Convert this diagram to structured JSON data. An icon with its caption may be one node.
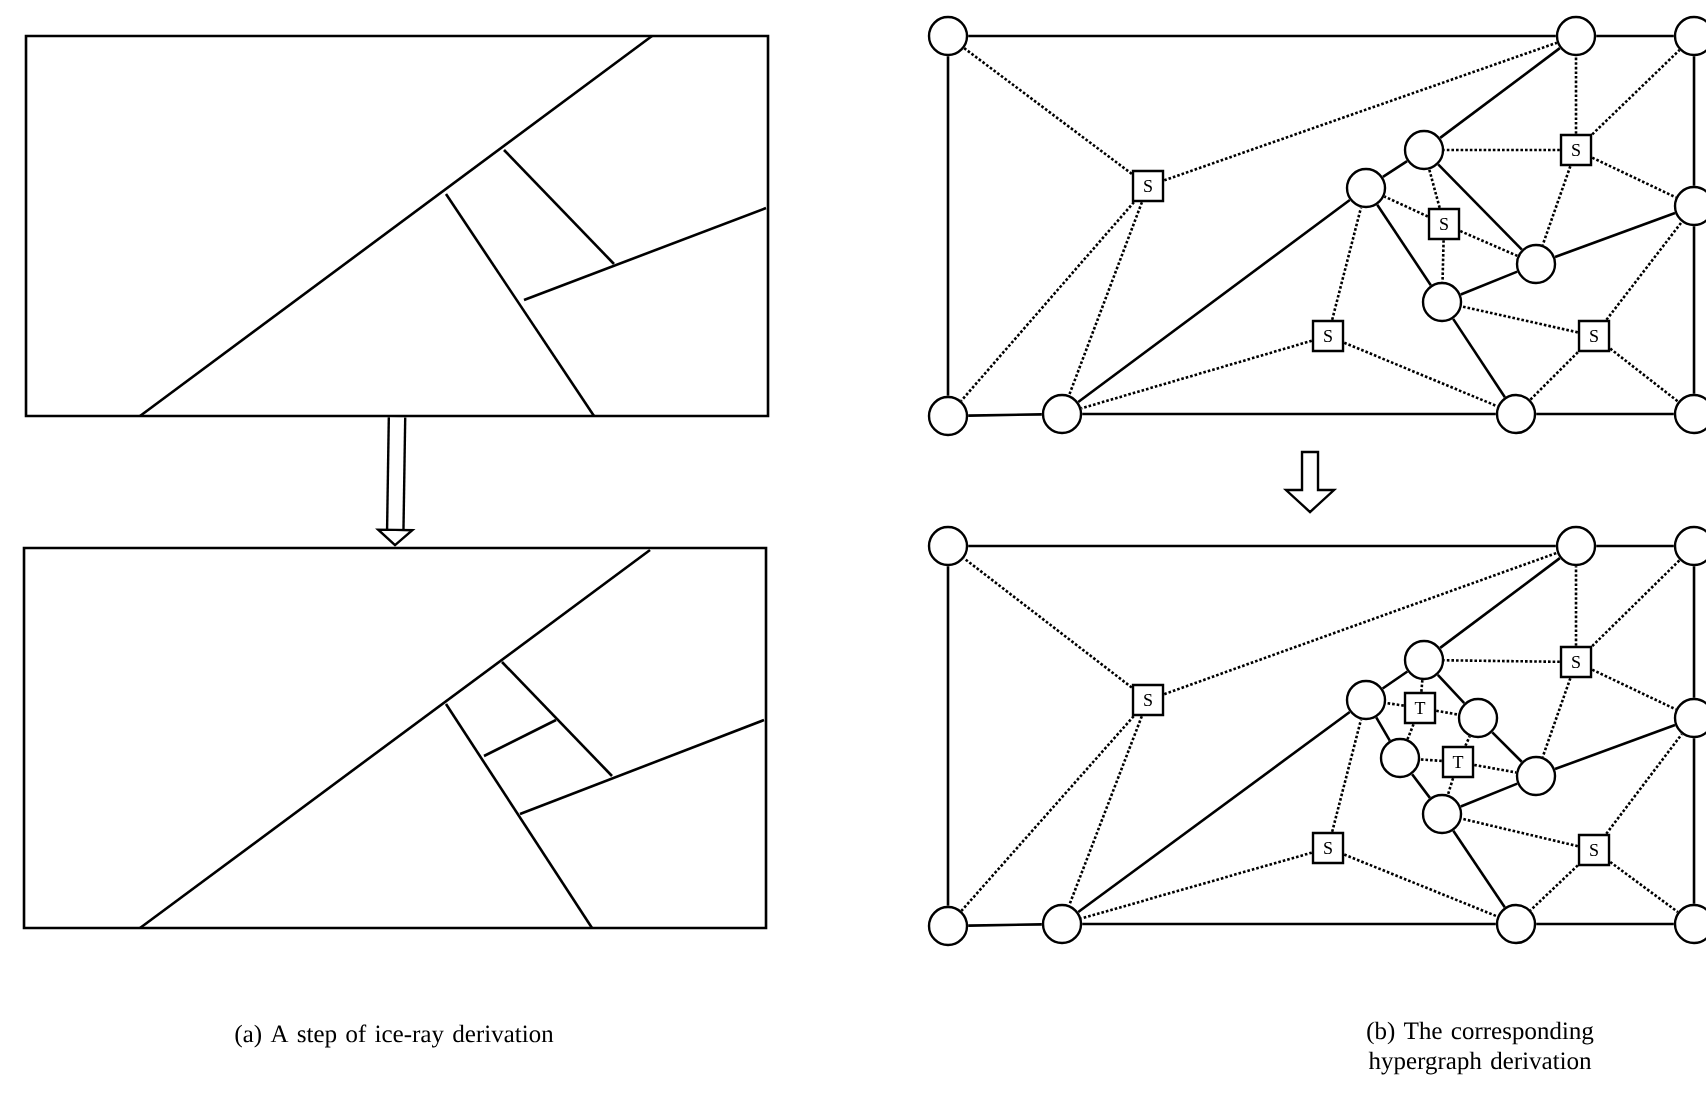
{
  "diagram": {
    "nodes": [
      {
        "text": [],
        "shape": "picture"
      },
      {
        "text": [],
        "shape": "picture"
      },
      {
        "text": [],
        "shape": "circle"
      },
      {
        "text": [],
        "shape": "circle"
      },
      {
        "text": [],
        "shape": "circle"
      },
      {
        "text": [],
        "shape": "circle"
      },
      {
        "text": [],
        "shape": "circle"
      },
      {
        "text": [],
        "shape": "circle"
      },
      {
        "text": [],
        "shape": "circle"
      },
      {
        "text": [],
        "shape": "circle"
      },
      {
        "text": [],
        "shape": "circle"
      },
      {
        "text": [],
        "shape": "circle"
      },
      {
        "text": [],
        "shape": "circle"
      },
      {
        "text": [],
        "shape": "circle"
      },
      {
        "text": [
          "S"
        ]
      },
      {
        "text": [
          "S"
        ]
      },
      {
        "text": [
          "S"
        ]
      },
      {
        "text": [
          "S"
        ]
      },
      {
        "text": [
          "S"
        ]
      },
      {
        "text": [],
        "shape": "circle"
      },
      {
        "text": [],
        "shape": "circle"
      },
      {
        "text": [],
        "shape": "circle"
      },
      {
        "text": [],
        "shape": "circle"
      },
      {
        "text": [],
        "shape": "circle"
      },
      {
        "text": [],
        "shape": "circle"
      },
      {
        "text": [],
        "shape": "circle"
      },
      {
        "text": [],
        "shape": "circle"
      },
      {
        "text": [],
        "shape": "circle"
      },
      {
        "text": [],
        "shape": "circle"
      },
      {
        "text": [],
        "shape": "circle"
      },
      {
        "text": [],
        "shape": "circle"
      },
      {
        "text": [],
        "shape": "circle"
      },
      {
        "text": [],
        "shape": "circle"
      },
      {
        "text": [
          "S"
        ]
      },
      {
        "text": [
          "S"
        ]
      },
      {
        "text": [
          "S"
        ]
      },
      {
        "text": [
          "S"
        ]
      },
      {
        "text": [
          "T"
        ]
      },
      {
        "text": [
          "T"
        ]
      }
    ],
    "edges": [
      {
        "from": 0,
        "to": 1,
        "arrow": "to",
        "style": "thick"
      },
      {
        "from": 2,
        "to": 3,
        "arrow": "none"
      },
      {
        "from": 3,
        "to": 4,
        "arrow": "none"
      },
      {
        "from": 4,
        "to": 7,
        "arrow": "none"
      },
      {
        "from": 7,
        "to": 13,
        "arrow": "none"
      },
      {
        "from": 13,
        "to": 12,
        "arrow": "none"
      },
      {
        "from": 12,
        "to": 11,
        "arrow": "none"
      },
      {
        "from": 11,
        "to": 10,
        "arrow": "none"
      },
      {
        "from": 10,
        "to": 2,
        "arrow": "none"
      },
      {
        "from": 3,
        "to": 5,
        "arrow": "none"
      },
      {
        "from": 5,
        "to": 6,
        "arrow": "none"
      },
      {
        "from": 6,
        "to": 11,
        "arrow": "none"
      },
      {
        "from": 5,
        "to": 8,
        "arrow": "none"
      },
      {
        "from": 6,
        "to": 9,
        "arrow": "none"
      },
      {
        "from": 9,
        "to": 8,
        "arrow": "none"
      },
      {
        "from": 8,
        "to": 7,
        "arrow": "none"
      },
      {
        "from": 9,
        "to": 12,
        "arrow": "none"
      },
      {
        "from": 14,
        "to": 2,
        "arrow": "none",
        "style": "dashed"
      },
      {
        "from": 14,
        "to": 3,
        "arrow": "none",
        "style": "dashed"
      },
      {
        "from": 14,
        "to": 10,
        "arrow": "none",
        "style": "dashed"
      },
      {
        "from": 14,
        "to": 11,
        "arrow": "none",
        "style": "dashed"
      },
      {
        "from": 15,
        "to": 3,
        "arrow": "none",
        "style": "dashed"
      },
      {
        "from": 15,
        "to": 4,
        "arrow": "none",
        "style": "dashed"
      },
      {
        "from": 15,
        "to": 5,
        "arrow": "none",
        "style": "dashed"
      },
      {
        "from": 15,
        "to": 7,
        "arrow": "none",
        "style": "dashed"
      },
      {
        "from": 15,
        "to": 8,
        "arrow": "none",
        "style": "dashed"
      },
      {
        "from": 16,
        "to": 5,
        "arrow": "none",
        "style": "dashed"
      },
      {
        "from": 16,
        "to": 6,
        "arrow": "none",
        "style": "dashed"
      },
      {
        "from": 16,
        "to": 8,
        "arrow": "none",
        "style": "dashed"
      },
      {
        "from": 16,
        "to": 9,
        "arrow": "none",
        "style": "dashed"
      },
      {
        "from": 17,
        "to": 6,
        "arrow": "none",
        "style": "dashed"
      },
      {
        "from": 17,
        "to": 11,
        "arrow": "none",
        "style": "dashed"
      },
      {
        "from": 17,
        "to": 12,
        "arrow": "none",
        "style": "dashed"
      },
      {
        "from": 18,
        "to": 9,
        "arrow": "none",
        "style": "dashed"
      },
      {
        "from": 18,
        "to": 7,
        "arrow": "none",
        "style": "dashed"
      },
      {
        "from": 18,
        "to": 12,
        "arrow": "none",
        "style": "dashed"
      },
      {
        "from": 18,
        "to": 13,
        "arrow": "none",
        "style": "dashed"
      },
      {
        "from": 19,
        "to": 20,
        "arrow": "none"
      },
      {
        "from": 20,
        "to": 21,
        "arrow": "none"
      },
      {
        "from": 21,
        "to": 24,
        "arrow": "none"
      },
      {
        "from": 24,
        "to": 30,
        "arrow": "none"
      },
      {
        "from": 30,
        "to": 29,
        "arrow": "none"
      },
      {
        "from": 29,
        "to": 28,
        "arrow": "none"
      },
      {
        "from": 28,
        "to": 27,
        "arrow": "none"
      },
      {
        "from": 27,
        "to": 19,
        "arrow": "none"
      },
      {
        "from": 20,
        "to": 22,
        "arrow": "none"
      },
      {
        "from": 22,
        "to": 23,
        "arrow": "none"
      },
      {
        "from": 23,
        "to": 28,
        "arrow": "none"
      },
      {
        "from": 22,
        "to": 31,
        "arrow": "none"
      },
      {
        "from": 31,
        "to": 25,
        "arrow": "none"
      },
      {
        "from": 23,
        "to": 32,
        "arrow": "none"
      },
      {
        "from": 32,
        "to": 26,
        "arrow": "none"
      },
      {
        "from": 26,
        "to": 25,
        "arrow": "none"
      },
      {
        "from": 25,
        "to": 24,
        "arrow": "none"
      },
      {
        "from": 26,
        "to": 29,
        "arrow": "none"
      },
      {
        "from": 33,
        "to": 19,
        "arrow": "none",
        "style": "dashed"
      },
      {
        "from": 33,
        "to": 20,
        "arrow": "none",
        "style": "dashed"
      },
      {
        "from": 33,
        "to": 27,
        "arrow": "none",
        "style": "dashed"
      },
      {
        "from": 33,
        "to": 28,
        "arrow": "none",
        "style": "dashed"
      },
      {
        "from": 34,
        "to": 20,
        "arrow": "none",
        "style": "dashed"
      },
      {
        "from": 34,
        "to": 21,
        "arrow": "none",
        "style": "dashed"
      },
      {
        "from": 34,
        "to": 22,
        "arrow": "none",
        "style": "dashed"
      },
      {
        "from": 34,
        "to": 24,
        "arrow": "none",
        "style": "dashed"
      },
      {
        "from": 34,
        "to": 25,
        "arrow": "none",
        "style": "dashed"
      },
      {
        "from": 35,
        "to": 23,
        "arrow": "none",
        "style": "dashed"
      },
      {
        "from": 35,
        "to": 28,
        "arrow": "none",
        "style": "dashed"
      },
      {
        "from": 35,
        "to": 29,
        "arrow": "none",
        "style": "dashed"
      },
      {
        "from": 36,
        "to": 26,
        "arrow": "none",
        "style": "dashed"
      },
      {
        "from": 36,
        "to": 24,
        "arrow": "none",
        "style": "dashed"
      },
      {
        "from": 36,
        "to": 29,
        "arrow": "none",
        "style": "dashed"
      },
      {
        "from": 36,
        "to": 30,
        "arrow": "none",
        "style": "dashed"
      },
      {
        "from": 37,
        "to": 22,
        "arrow": "none",
        "style": "dashed"
      },
      {
        "from": 37,
        "to": 23,
        "arrow": "none",
        "style": "dashed"
      },
      {
        "from": 37,
        "to": 31,
        "arrow": "none",
        "style": "dashed"
      },
      {
        "from": 37,
        "to": 32,
        "arrow": "none",
        "style": "dashed"
      },
      {
        "from": 38,
        "to": 31,
        "arrow": "none",
        "style": "dashed"
      },
      {
        "from": 38,
        "to": 32,
        "arrow": "none",
        "style": "dashed"
      },
      {
        "from": 38,
        "to": 25,
        "arrow": "none",
        "style": "dashed"
      },
      {
        "from": 38,
        "to": 26,
        "arrow": "none",
        "style": "dashed"
      }
    ],
    "labels": [
      "(a) A step of ice-ray derivation",
      "(b) The corresponding hypergraph derivation"
    ]
  }
}
